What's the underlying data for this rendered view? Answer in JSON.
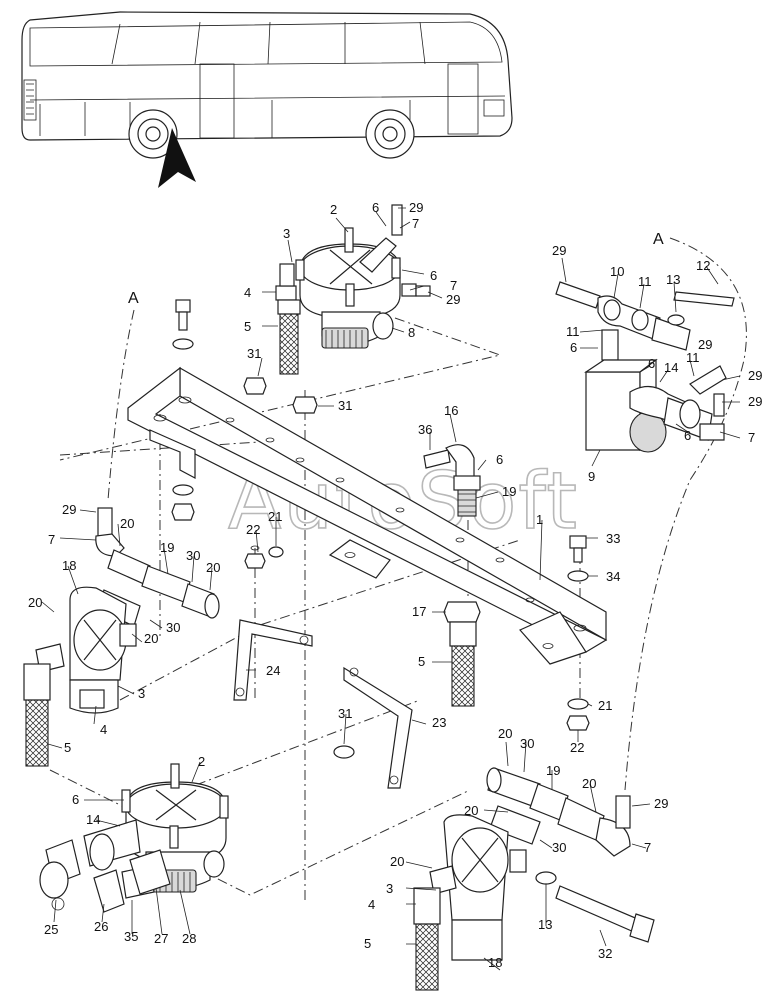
{
  "watermark": "AutoSoft",
  "view_letters": [
    "A",
    "A"
  ],
  "callouts": {
    "c_29_top": "29",
    "c_7_top": "7",
    "c_6_top": "6",
    "c_2_top": "2",
    "c_3_top": "3",
    "c_6_mid": "6",
    "c_7_mid": "7",
    "c_4_top": "4",
    "c_29_mid": "29",
    "c_5_top": "5",
    "c_8": "8",
    "c_31_a": "31",
    "c_31_b": "31",
    "c_29_r": "29",
    "c_10": "10",
    "c_11_a": "11",
    "c_13_r": "13",
    "c_12": "12",
    "c_11_b": "11",
    "c_29_r2": "29",
    "c_6_r1": "6",
    "c_6_r2": "6",
    "c_14_r": "14",
    "c_11_c": "11",
    "c_29_r3": "29",
    "c_29_r4": "29",
    "c_7_r": "7",
    "c_6_r3": "6",
    "c_9": "9",
    "c_16": "16",
    "c_36": "36",
    "c_6_c": "6",
    "c_19_c": "19",
    "c_1": "1",
    "c_29_l": "29",
    "c_20_l1": "20",
    "c_7_l": "7",
    "c_19_l": "19",
    "c_30_l1": "30",
    "c_20_l2": "20",
    "c_18_l": "18",
    "c_20_l3": "20",
    "c_20_l4": "20",
    "c_30_l2": "30",
    "c_3_l": "3",
    "c_4_l": "4",
    "c_5_l": "5",
    "c_22_c": "22",
    "c_21_c": "21",
    "c_24": "24",
    "c_33": "33",
    "c_34": "34",
    "c_17": "17",
    "c_5_c": "5",
    "c_21_r": "21",
    "c_22_r": "22",
    "c_31_c": "31",
    "c_23": "23",
    "c_2_b": "2",
    "c_6_b": "6",
    "c_14_b": "14",
    "c_25": "25",
    "c_26": "26",
    "c_35": "35",
    "c_27": "27",
    "c_28": "28",
    "c_20_b1": "20",
    "c_30_b1": "30",
    "c_19_b": "19",
    "c_20_b2": "20",
    "c_29_b": "29",
    "c_20_b3": "20",
    "c_30_b2": "30",
    "c_7_b": "7",
    "c_20_b4": "20",
    "c_3_b": "3",
    "c_4_b": "4",
    "c_13_b": "13",
    "c_5_b": "5",
    "c_18_b": "18",
    "c_32": "32"
  },
  "colors": {
    "line": "#222222",
    "watermark": "#b8b8b8",
    "shade": "#d9d9d9"
  }
}
